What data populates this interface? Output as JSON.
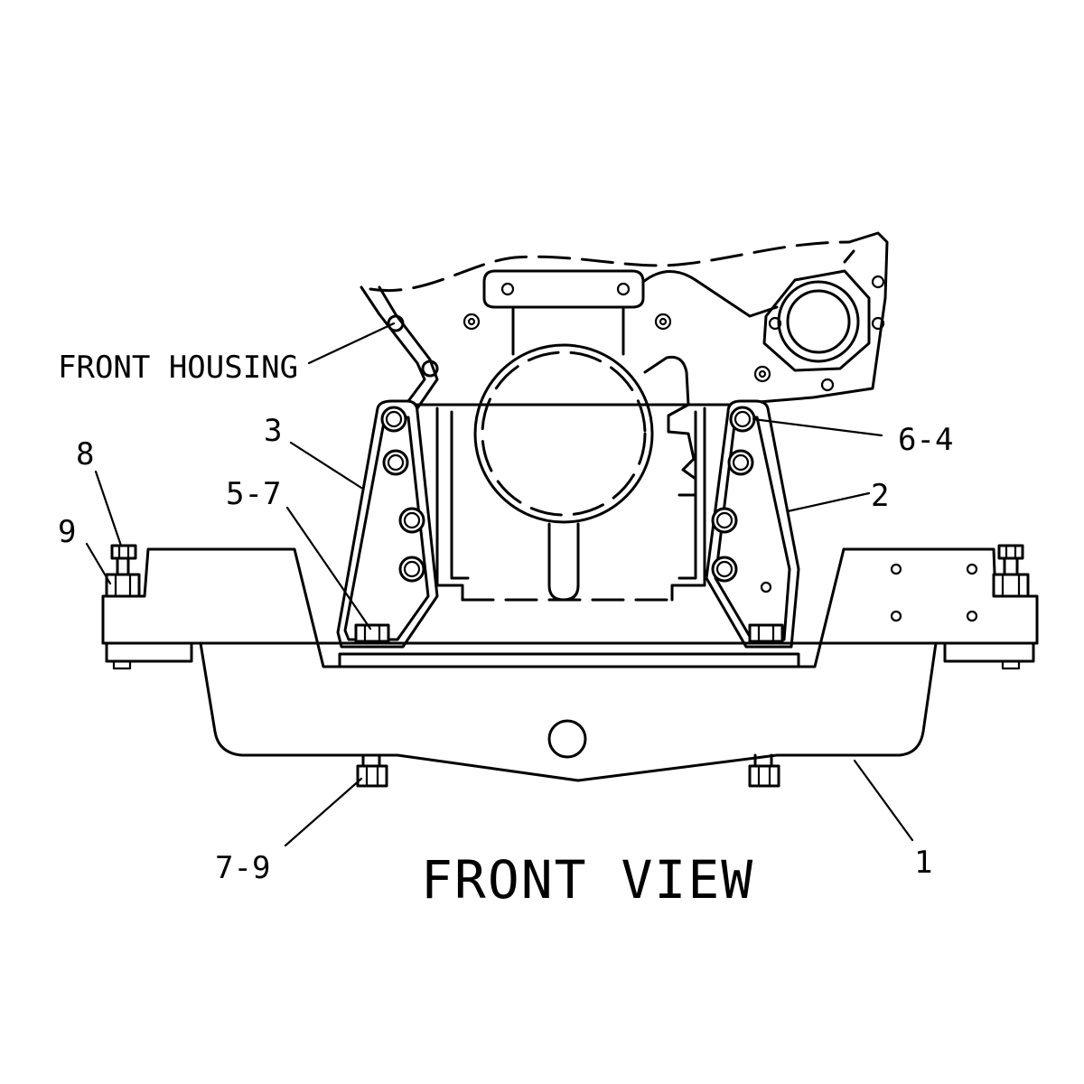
{
  "callouts": {
    "front_housing": "FRONT HOUSING",
    "c3": "3",
    "c8": "8",
    "c9": "9",
    "c5_7": "5-7",
    "c6_4": "6-4",
    "c2": "2",
    "c7_9": "7-9",
    "c1": "1"
  },
  "title": "FRONT VIEW"
}
